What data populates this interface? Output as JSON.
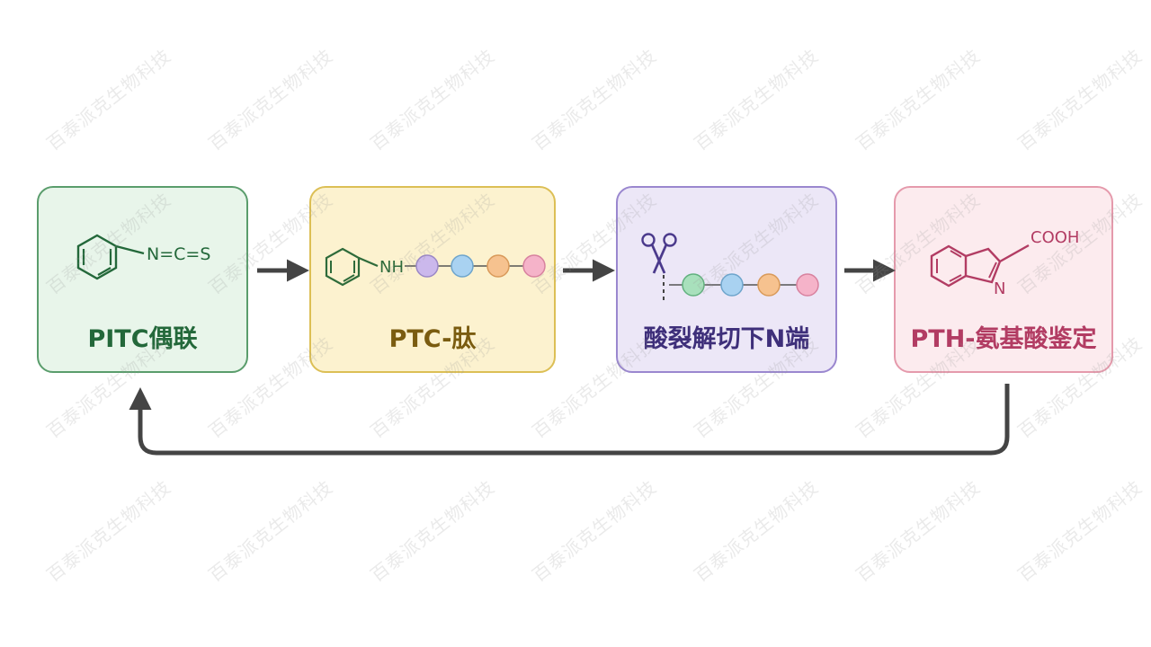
{
  "steps": [
    {
      "label": "PITC偶联",
      "reagent": "N=C=S",
      "color": "#23683a"
    },
    {
      "label": "PTC-肽",
      "linker": "NH",
      "color": "#7a5c10"
    },
    {
      "label": "酸裂解切下N端",
      "color": "#3e2f7a"
    },
    {
      "label": "PTH-氨基酸鉴定",
      "substituent": "COOH",
      "ring_atom": "N",
      "color": "#b23c63"
    }
  ],
  "bead_colors": [
    "#cbb8ec",
    "#a9d2f1",
    "#f6c28f",
    "#f5b3c9",
    "#a8e0bc"
  ],
  "watermark": "百泰派克生物科技"
}
